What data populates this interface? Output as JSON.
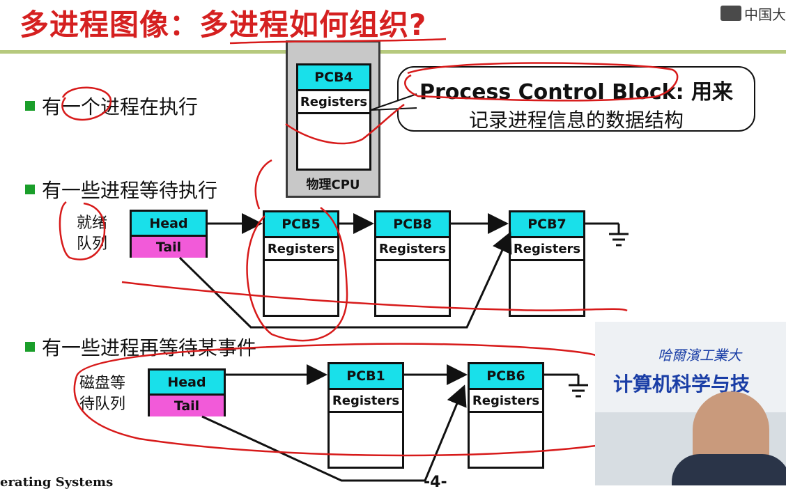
{
  "slide": {
    "title": "多进程图像：多进程如何组织?",
    "logo_text": "中国大",
    "footer": "erating Systems",
    "page_number": "-4-"
  },
  "bullets": [
    {
      "text": "有一个进程在执行"
    },
    {
      "text": "有一些进程等待执行"
    },
    {
      "text": "有一些进程再等待某事件"
    }
  ],
  "cpu": {
    "label": "物理CPU",
    "pcb": {
      "name": "PCB4",
      "registers": "Registers"
    }
  },
  "callout": {
    "line1": "Process Control Block: 用来",
    "line2": "记录进程信息的数据结构"
  },
  "ready_queue": {
    "label_line1": "就绪",
    "label_line2": "队列",
    "head": "Head",
    "tail": "Tail",
    "pcbs": [
      {
        "name": "PCB5",
        "registers": "Registers"
      },
      {
        "name": "PCB8",
        "registers": "Registers"
      },
      {
        "name": "PCB7",
        "registers": "Registers"
      }
    ]
  },
  "disk_queue": {
    "label_line1": "磁盘等",
    "label_line2": "待队列",
    "head": "Head",
    "tail": "Tail",
    "pcbs": [
      {
        "name": "PCB1",
        "registers": "Registers"
      },
      {
        "name": "PCB6",
        "registers": "Registers"
      }
    ]
  },
  "video": {
    "sign_line1": "哈爾濱工業大",
    "sign_line2": "计算机科学与技"
  }
}
